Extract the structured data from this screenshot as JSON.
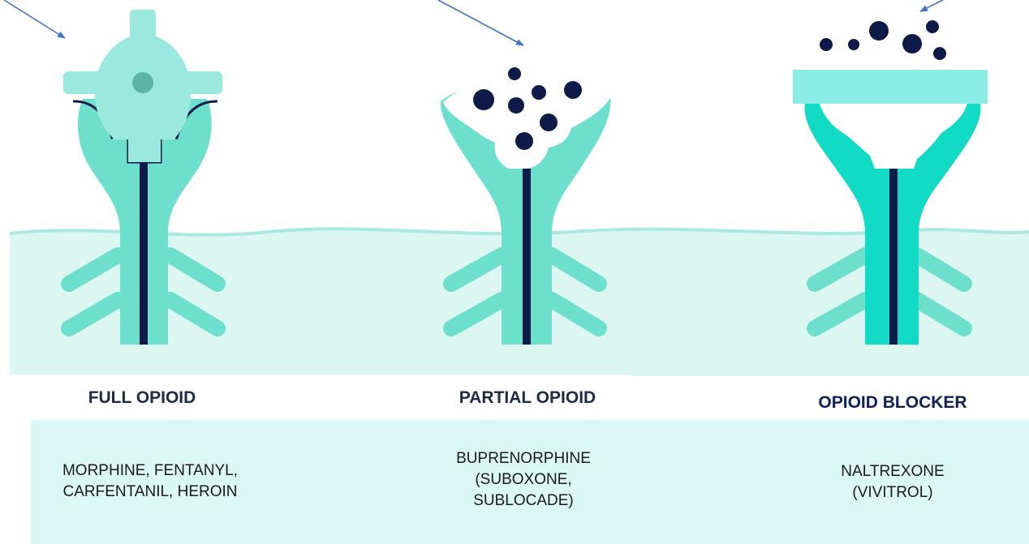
{
  "colors": {
    "membrane": "#dcf7f1",
    "wave": "#a8e9e0",
    "receptor_light": "#6ddfcd",
    "receptor_bright": "#11dbc4",
    "ligand": "#9be8df",
    "ligand_dot": "#5ab3a6",
    "channel": "#0e1a48",
    "bound_white": "#ffffff",
    "molecule": "#0e1a48",
    "blocker_bar": "#8cece6",
    "arrow": "#4472c4",
    "label_dark": "#1f2a44",
    "label_blue": "#0f1f5c",
    "bottom_band": "#dcf8f5"
  },
  "panels": [
    {
      "id": "full",
      "title": "FULL OPIOID",
      "drugs": [
        "MORPHINE, FENTANYL,",
        "CARFENTANIL, HEROIN"
      ]
    },
    {
      "id": "partial",
      "title": "PARTIAL OPIOID",
      "drugs": [
        "BUPRENORPHINE",
        "(SUBOXONE,",
        "SUBLOCADE)"
      ]
    },
    {
      "id": "blocker",
      "title": "OPIOID BLOCKER",
      "drugs": [
        "NALTREXONE",
        "(VIVITROL)"
      ]
    }
  ]
}
